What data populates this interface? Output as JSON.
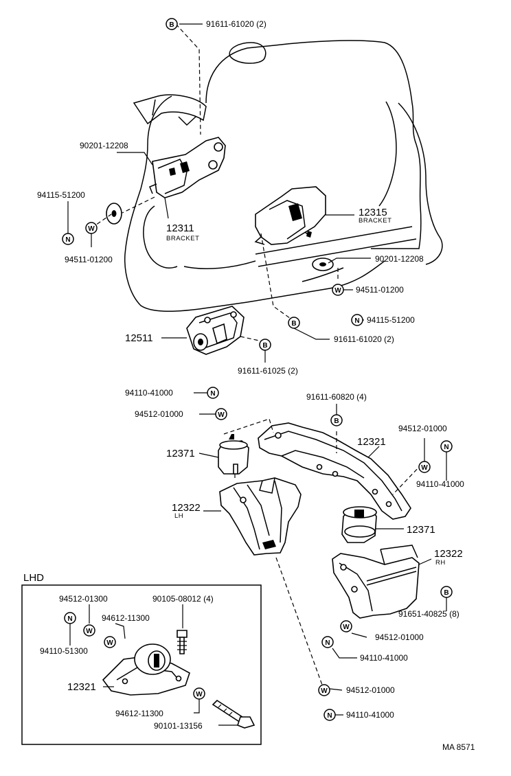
{
  "diagram": {
    "code": "MA  8571",
    "lhd_title": "LHD",
    "symbols": {
      "b": "B",
      "w": "W",
      "n": "N"
    },
    "labels": {
      "l1": "91611-61020 (2)",
      "l2": "90201-12208",
      "l3": "94115-51200",
      "l4": "94511-01200",
      "l5": "12311",
      "l5b": "BRACKET",
      "l6": "12315",
      "l6b": "BRACKET",
      "l7": "90201-12208",
      "l8": "94511-01200",
      "l9": "94115-51200",
      "l10": "91611-61020 (2)",
      "l11": "12511",
      "l12": "91611-61025 (2)",
      "l13": "94110-41000",
      "l14": "94512-01000",
      "l15": "91611-60820 (4)",
      "l16": "94512-01000",
      "l17": "12321",
      "l18": "12371",
      "l19": "94110-41000",
      "l20": "12322",
      "l20b": "LH",
      "l21": "12371",
      "l22": "12322",
      "l22b": "RH",
      "l23": "91651-40825 (8)",
      "l24": "94512-01000",
      "l25": "94110-41000",
      "l26": "94512-01000",
      "l27": "94110-41000",
      "x1": "94512-01300",
      "x2": "90105-08012 (4)",
      "x3": "94612-11300",
      "x4": "94110-51300",
      "x5": "12321",
      "x6": "94612-11300",
      "x7": "90101-13156"
    }
  }
}
